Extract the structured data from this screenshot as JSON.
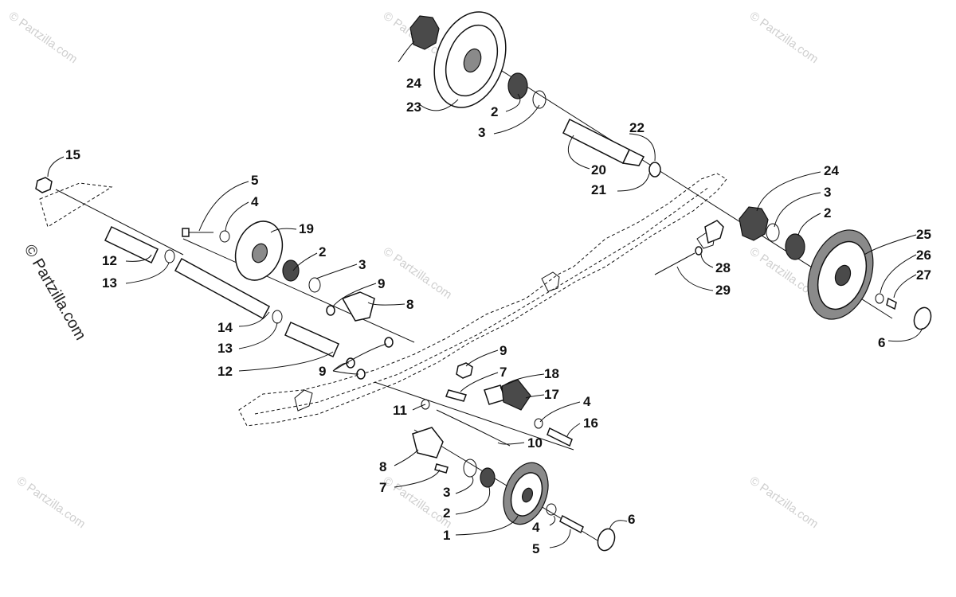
{
  "watermark": {
    "text": "© Partzilla.com",
    "side_text": "© Partzilla.com"
  },
  "callouts": [
    {
      "id": "c24a",
      "label": "24"
    },
    {
      "id": "c23",
      "label": "23"
    },
    {
      "id": "c2a",
      "label": "2"
    },
    {
      "id": "c3a",
      "label": "3"
    },
    {
      "id": "c22",
      "label": "22"
    },
    {
      "id": "c20",
      "label": "20"
    },
    {
      "id": "c21",
      "label": "21"
    },
    {
      "id": "c24b",
      "label": "24"
    },
    {
      "id": "c3b",
      "label": "3"
    },
    {
      "id": "c2b",
      "label": "2"
    },
    {
      "id": "c25",
      "label": "25"
    },
    {
      "id": "c26",
      "label": "26"
    },
    {
      "id": "c27",
      "label": "27"
    },
    {
      "id": "c6a",
      "label": "6"
    },
    {
      "id": "c28",
      "label": "28"
    },
    {
      "id": "c29",
      "label": "29"
    },
    {
      "id": "c15",
      "label": "15"
    },
    {
      "id": "c5a",
      "label": "5"
    },
    {
      "id": "c4a",
      "label": "4"
    },
    {
      "id": "c19",
      "label": "19"
    },
    {
      "id": "c12a",
      "label": "12"
    },
    {
      "id": "c13a",
      "label": "13"
    },
    {
      "id": "c2c",
      "label": "2"
    },
    {
      "id": "c3c",
      "label": "3"
    },
    {
      "id": "c9a",
      "label": "9"
    },
    {
      "id": "c8a",
      "label": "8"
    },
    {
      "id": "c14",
      "label": "14"
    },
    {
      "id": "c13b",
      "label": "13"
    },
    {
      "id": "c12b",
      "label": "12"
    },
    {
      "id": "c9b",
      "label": "9"
    },
    {
      "id": "c9c",
      "label": "9"
    },
    {
      "id": "c7a",
      "label": "7"
    },
    {
      "id": "c18",
      "label": "18"
    },
    {
      "id": "c17",
      "label": "17"
    },
    {
      "id": "c11",
      "label": "11"
    },
    {
      "id": "c4b",
      "label": "4"
    },
    {
      "id": "c16",
      "label": "16"
    },
    {
      "id": "c10",
      "label": "10"
    },
    {
      "id": "c8b",
      "label": "8"
    },
    {
      "id": "c7b",
      "label": "7"
    },
    {
      "id": "c3d",
      "label": "3"
    },
    {
      "id": "c2d",
      "label": "2"
    },
    {
      "id": "c1",
      "label": "1"
    },
    {
      "id": "c4c",
      "label": "4"
    },
    {
      "id": "c5b",
      "label": "5"
    },
    {
      "id": "c6b",
      "label": "6"
    }
  ]
}
